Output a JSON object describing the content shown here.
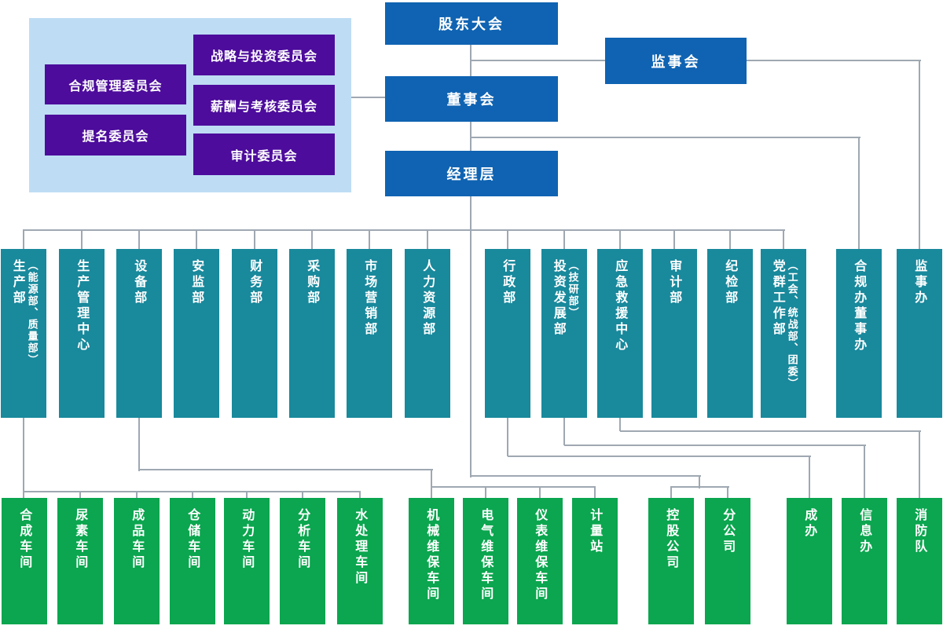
{
  "palette": {
    "governance_blue": "#0F63B2",
    "department_teal": "#19899C",
    "unit_green": "#0BA64F",
    "committee_purple": "#4D0C9C",
    "committee_panel_bg": "#BEDDF4",
    "connector_gray": "#9FA8B2",
    "text_white": "#FFFFFF"
  },
  "governance": {
    "shareholders": "股东大会",
    "supervisory_board": "监事会",
    "board": "董事会",
    "management": "经理层"
  },
  "committees": [
    "战略与投资委员会",
    "合规管理委员会",
    "薪酬与考核委员会",
    "提名委员会",
    "审计委员会"
  ],
  "departments": [
    {
      "label": "生产部",
      "sub": "（能源部、质量部）"
    },
    {
      "label": "生产管理中心"
    },
    {
      "label": "设备部"
    },
    {
      "label": "安监部"
    },
    {
      "label": "财务部"
    },
    {
      "label": "采购部"
    },
    {
      "label": "市场营销部"
    },
    {
      "label": "人力资源部"
    },
    {
      "label": "行政部"
    },
    {
      "label": "投资发展部",
      "sub": "（技研部）"
    },
    {
      "label": "应急救援中心"
    },
    {
      "label": "审计部"
    },
    {
      "label": "纪检部"
    },
    {
      "label": "党群工作部",
      "sub": "（工会、统战部、团委）"
    },
    {
      "label": "合规办董事办"
    },
    {
      "label": "监事办"
    }
  ],
  "units": [
    {
      "label": "合成车间"
    },
    {
      "label": "尿素车间"
    },
    {
      "label": "成品车间"
    },
    {
      "label": "仓储车间"
    },
    {
      "label": "动力车间"
    },
    {
      "label": "分析车间"
    },
    {
      "label": "水处理车间"
    },
    {
      "label": "机械维保车间"
    },
    {
      "label": "电气维保车间"
    },
    {
      "label": "仪表维保车间"
    },
    {
      "label": "计量站"
    },
    {
      "label": "控股公司"
    },
    {
      "label": "分公司"
    },
    {
      "label": "成办"
    },
    {
      "label": "信息办"
    },
    {
      "label": "消防队"
    }
  ]
}
